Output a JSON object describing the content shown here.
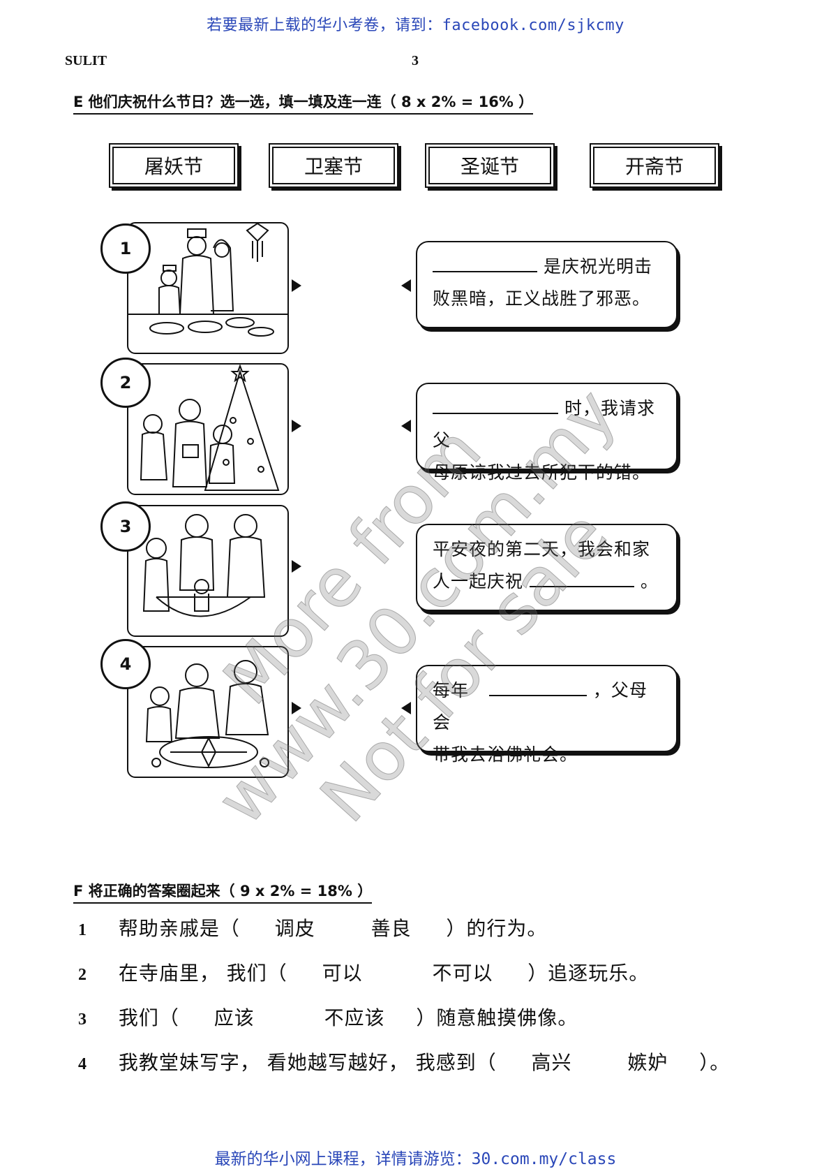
{
  "header": {
    "banner": "若要最新上载的华小考卷，请到：facebook.com/sjkcmy",
    "sulit": "SULIT",
    "page_number": "3"
  },
  "section_e": {
    "title": "E 他们庆祝什么节日？选一选，填一填及连一连（ 8 x 2% = 16% ）",
    "options": [
      "屠妖节",
      "卫塞节",
      "圣诞节",
      "开斋节"
    ],
    "panels": [
      {
        "number": "1"
      },
      {
        "number": "2"
      },
      {
        "number": "3"
      },
      {
        "number": "4"
      }
    ],
    "statements": [
      {
        "before": "",
        "after": "是庆祝光明击",
        "line2": "败黑暗，正义战胜了邪恶。"
      },
      {
        "before": "",
        "after": "时，我请求父",
        "line2": "母原谅我过去所犯下的错。"
      },
      {
        "line1": "平安夜的第二天，我会和家",
        "before": "人一起庆祝",
        "after": "。"
      },
      {
        "before": "每年",
        "after": "，父母会",
        "line2": "带我去浴佛礼会。"
      }
    ]
  },
  "section_f": {
    "title": "F 将正确的答案圈起来（ 9 x 2% = 18% ）",
    "questions": [
      {
        "num": "1",
        "before": "帮助亲戚是（",
        "opt1": "调皮",
        "opt2": "善良",
        "after": "）的行为。"
      },
      {
        "num": "2",
        "before": "在寺庙里，  我们（",
        "opt1": "可以",
        "opt2": "不可以",
        "after": "）追逐玩乐。"
      },
      {
        "num": "3",
        "before": "我们（",
        "opt1": "应该",
        "opt2": "不应该",
        "after": "）随意触摸佛像。"
      },
      {
        "num": "4",
        "before": "我教堂妹写字，  看她越写越好，  我感到（",
        "opt1": "高兴",
        "opt2": "嫉妒",
        "after": "）。"
      }
    ]
  },
  "watermark": {
    "line1": "More from",
    "line2": "www.30.com.my",
    "line3": "Not for sale"
  },
  "footer": {
    "banner": "最新的华小网上课程，详情请游览：30.com.my/class"
  }
}
